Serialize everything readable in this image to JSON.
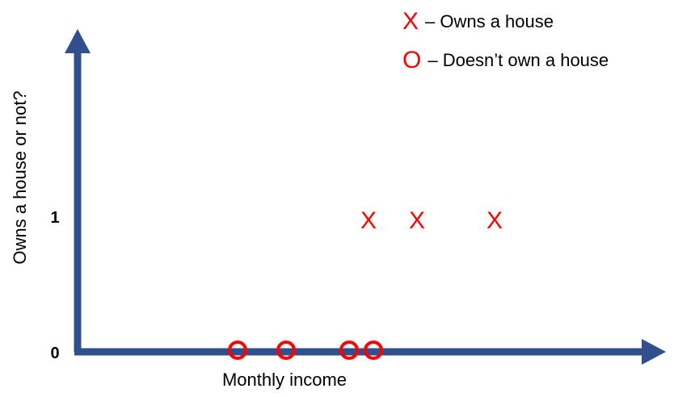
{
  "legend": [
    {
      "marker": "X",
      "label": "– Owns a house"
    },
    {
      "marker": "O",
      "label": "–  Doesn’t own a house"
    }
  ],
  "colors": {
    "axis": "#2f4f8f",
    "marker": "#ff0000"
  },
  "chart_data": {
    "type": "scatter",
    "title": "",
    "xlabel": "Monthly income",
    "ylabel": "Owns a house or not?",
    "yticks": [
      "0",
      "1"
    ],
    "grid": false,
    "legend_position": "top-right",
    "series": [
      {
        "name": "Owns a house",
        "marker": "x",
        "points": [
          {
            "x": 6,
            "y": 1
          },
          {
            "x": 7,
            "y": 1
          },
          {
            "x": 8.6,
            "y": 1
          }
        ]
      },
      {
        "name": "Doesn’t own a house",
        "marker": "o",
        "points": [
          {
            "x": 3.3,
            "y": 0
          },
          {
            "x": 4.3,
            "y": 0
          },
          {
            "x": 5.6,
            "y": 0
          },
          {
            "x": 6.1,
            "y": 0
          }
        ]
      }
    ]
  }
}
